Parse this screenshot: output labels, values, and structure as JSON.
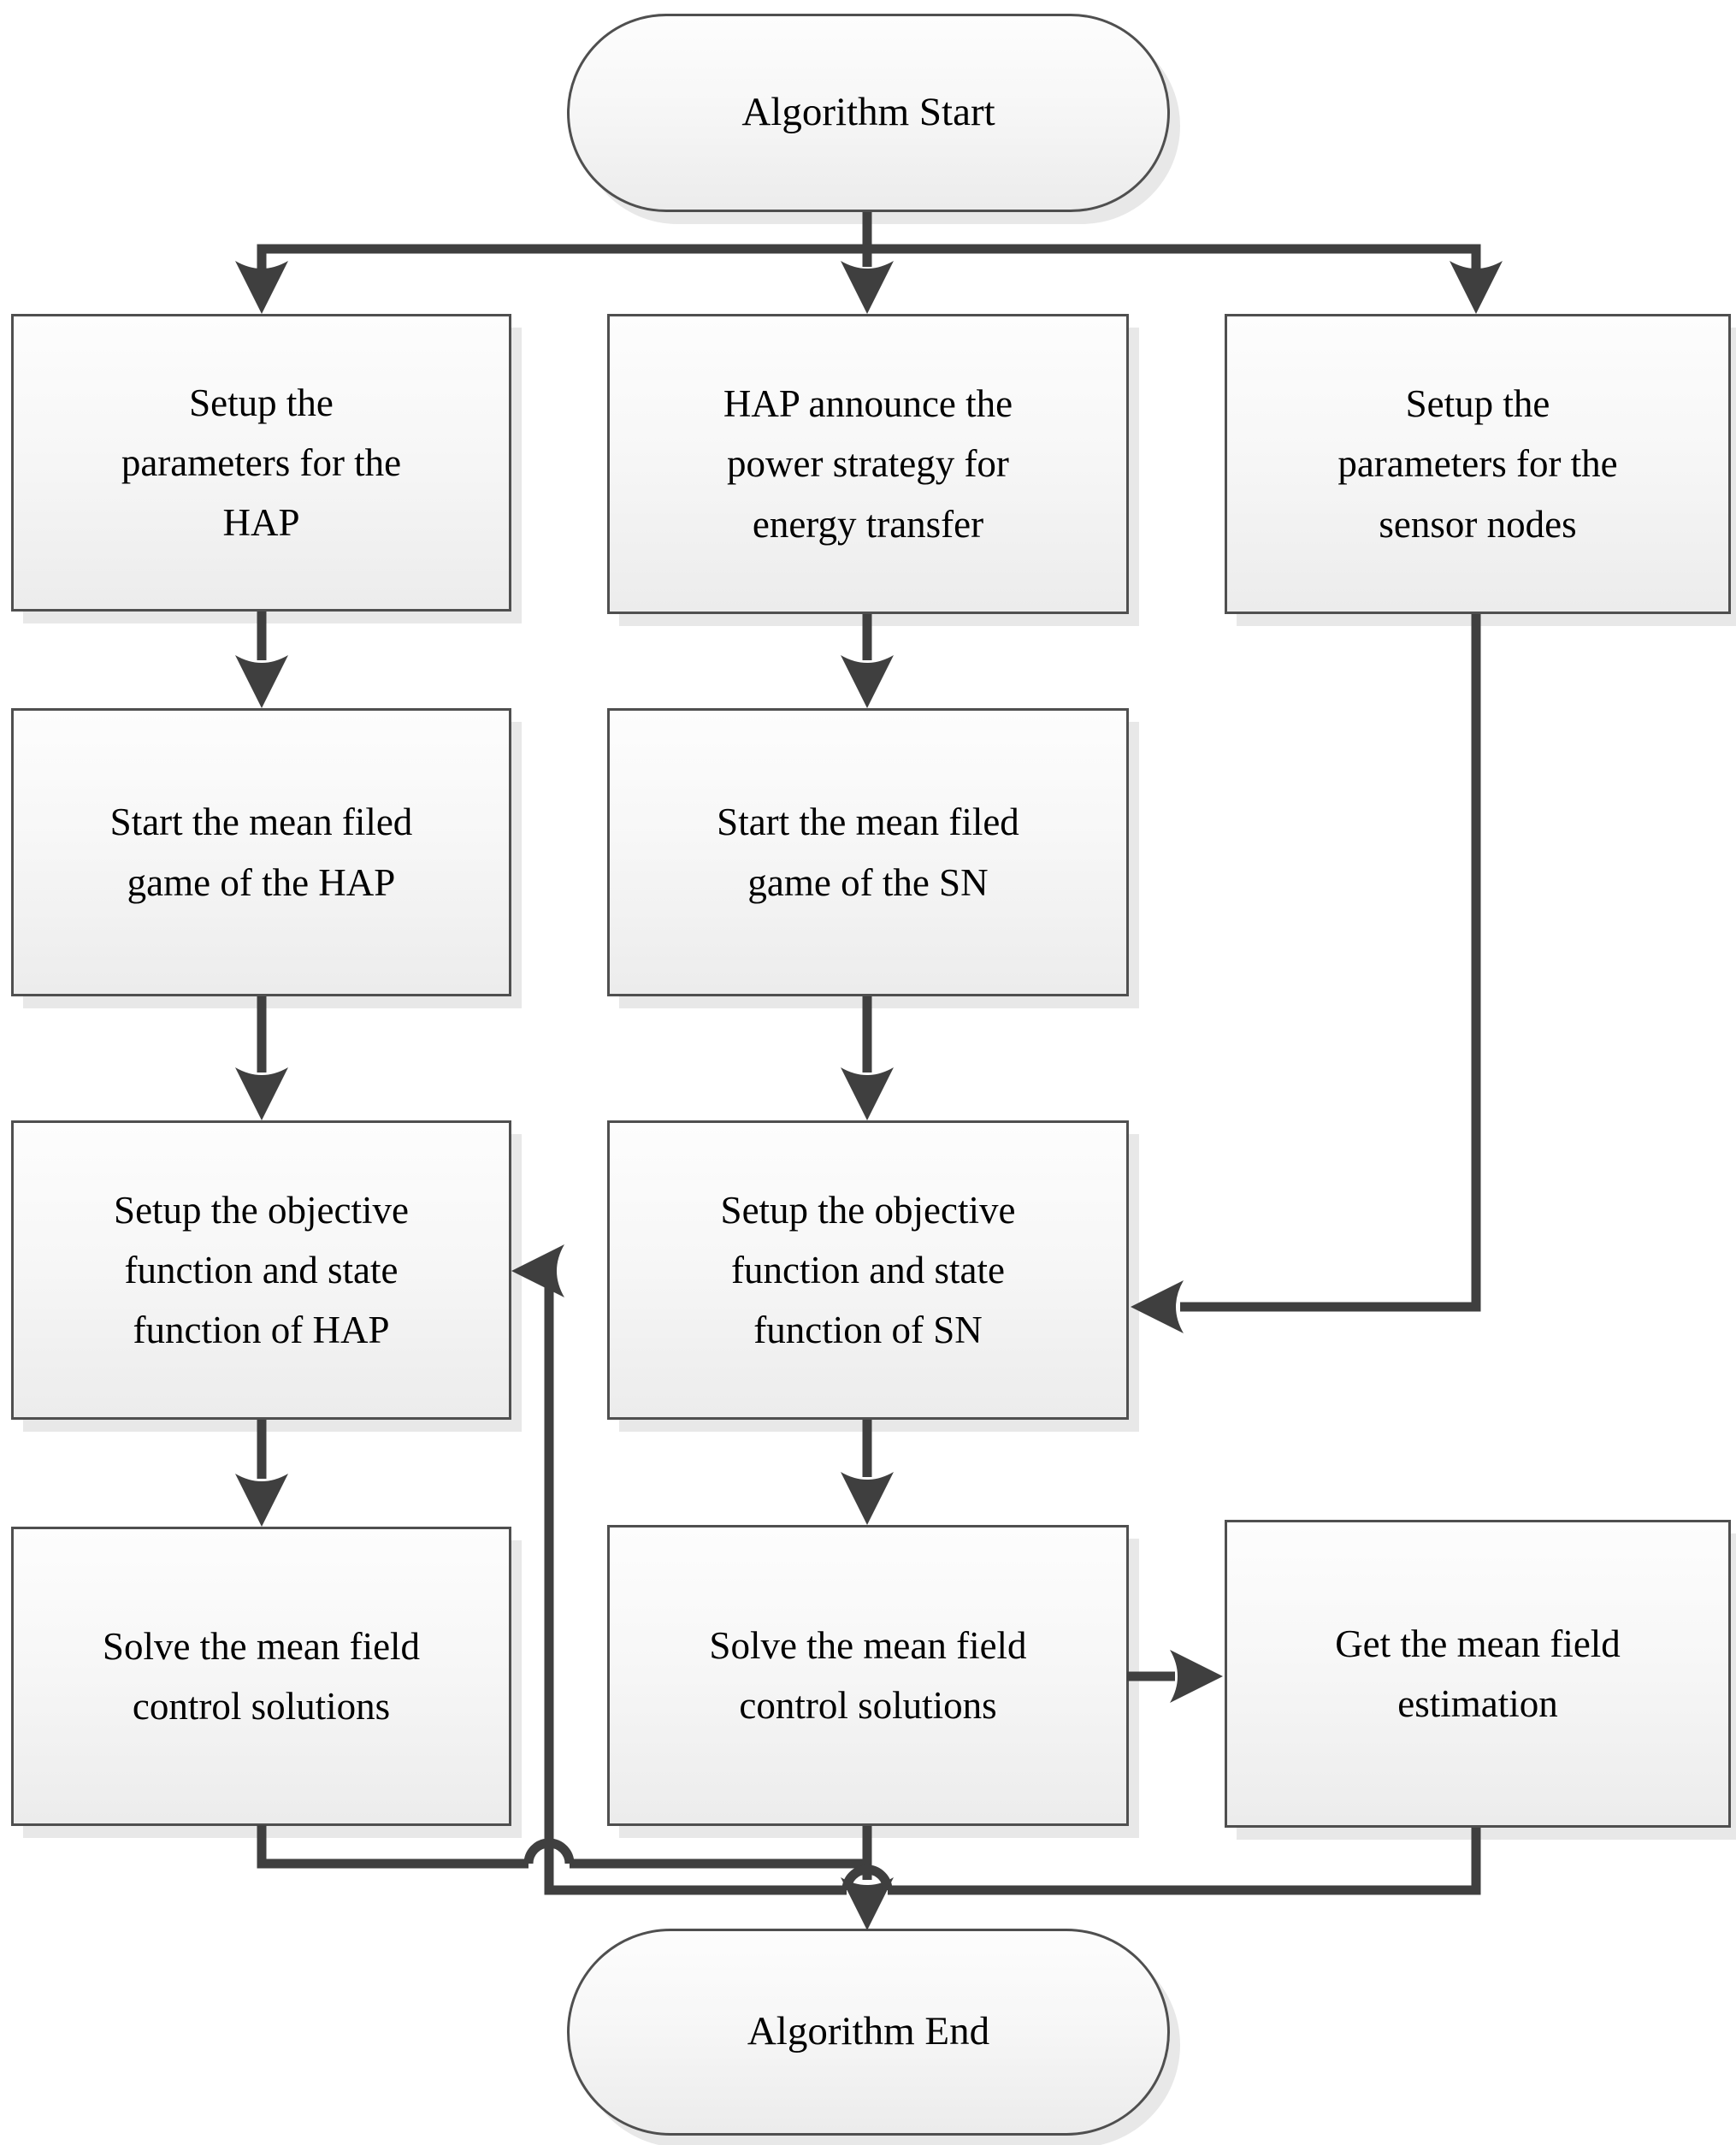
{
  "diagram": {
    "type": "flowchart",
    "nodes": {
      "start": {
        "label": "Algorithm Start"
      },
      "setup_hap": {
        "label": "Setup the\nparameters for the\nHAP"
      },
      "hap_announce": {
        "label": "HAP announce the\npower strategy for\nenergy transfer"
      },
      "setup_sensor": {
        "label": "Setup the\nparameters for the\nsensor nodes"
      },
      "mfg_hap": {
        "label": "Start the mean filed\ngame of the HAP"
      },
      "mfg_sn": {
        "label": "Start the mean filed\ngame of the SN"
      },
      "objective_hap": {
        "label": "Setup the objective\nfunction and state\nfunction of HAP"
      },
      "objective_sn": {
        "label": "Setup the objective\nfunction and state\nfunction of SN"
      },
      "solve_hap": {
        "label": "Solve the mean field\ncontrol solutions"
      },
      "solve_sn": {
        "label": "Solve the mean field\ncontrol solutions"
      },
      "estimation": {
        "label": "Get the mean field\nestimation"
      },
      "end": {
        "label": "Algorithm End"
      }
    },
    "colors": {
      "connector": "#3f3f3f",
      "node_border": "#4f4f4f",
      "node_fill_top": "#fdfdfd",
      "node_fill_bottom": "#ececec",
      "text": "#000000",
      "shadow": "#adadad"
    }
  }
}
